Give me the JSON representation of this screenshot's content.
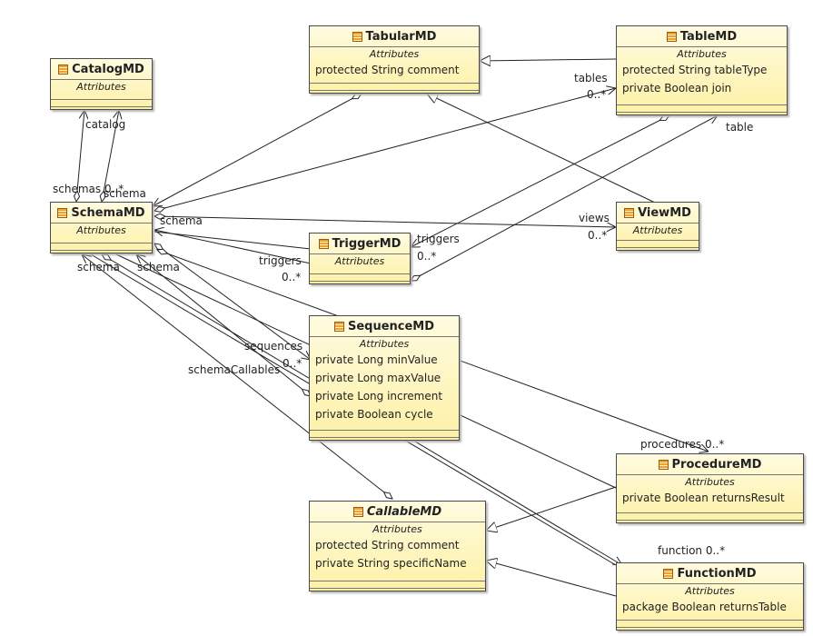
{
  "classes": {
    "tabular": {
      "name": "TabularMD",
      "section": "Attributes",
      "attributes": [
        "protected String comment"
      ]
    },
    "table": {
      "name": "TableMD",
      "section": "Attributes",
      "attributes": [
        "protected String tableType",
        "private Boolean join"
      ]
    },
    "catalog": {
      "name": "CatalogMD",
      "section": "Attributes",
      "attributes": []
    },
    "schema": {
      "name": "SchemaMD",
      "section": "Attributes",
      "attributes": []
    },
    "trigger": {
      "name": "TriggerMD",
      "section": "Attributes",
      "attributes": []
    },
    "view": {
      "name": "ViewMD",
      "section": "Attributes",
      "attributes": []
    },
    "sequence": {
      "name": "SequenceMD",
      "section": "Attributes",
      "attributes": [
        "private Long minValue",
        "private Long maxValue",
        "private Long increment",
        "private Boolean cycle"
      ]
    },
    "procedure": {
      "name": "ProcedureMD",
      "section": "Attributes",
      "attributes": [
        "private Boolean returnsResult"
      ]
    },
    "callable": {
      "name": "CallableMD",
      "section": "Attributes",
      "attributes": [
        "protected String comment",
        "private String specificName"
      ]
    },
    "function": {
      "name": "FunctionMD",
      "section": "Attributes",
      "attributes": [
        "package Boolean returnsTable"
      ]
    }
  },
  "labels": {
    "tables": "tables",
    "tables_mult": "0..*",
    "catalog": "catalog",
    "schemas_mult": "schemas 0..*",
    "schema_catalog": "schema",
    "schema_tabular": "schema",
    "schema_proc": "schema",
    "schema_func": "schema",
    "table": "table",
    "views": "views",
    "views_mult": "0..*",
    "triggers_t": "triggers",
    "triggers_t_mult": "0..*",
    "triggers_s": "triggers",
    "triggers_s_mult": "0..*",
    "sequences": "sequences",
    "sequences_mult": "0..*",
    "schemaCallables": "schemaCallables",
    "procedures": "procedures 0..*",
    "function": "function 0..*"
  }
}
